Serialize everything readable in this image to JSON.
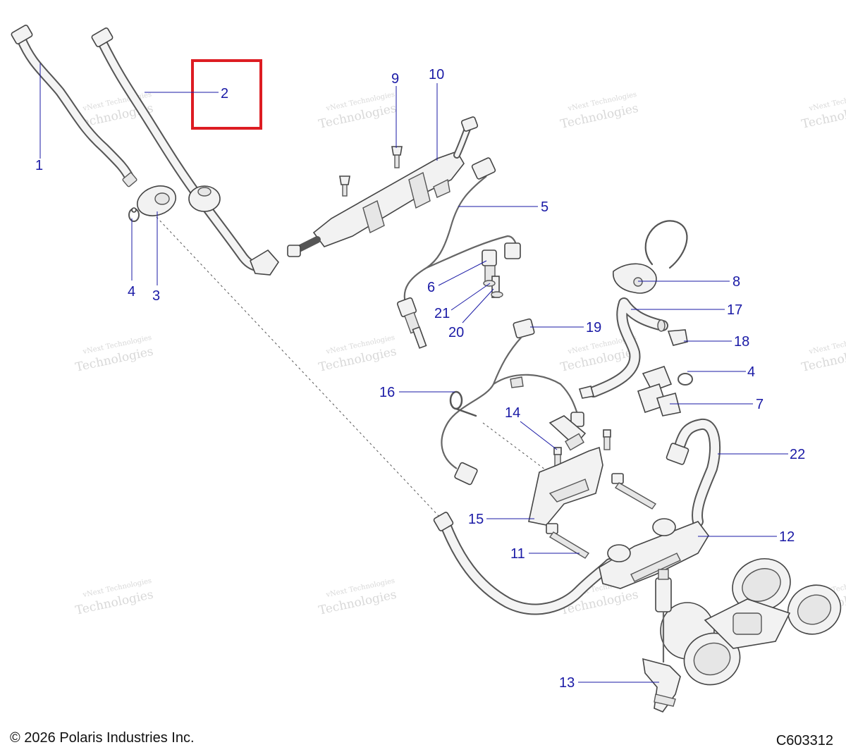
{
  "callouts": [
    {
      "id": "1",
      "label": "1"
    },
    {
      "id": "2",
      "label": "2"
    },
    {
      "id": "3",
      "label": "3"
    },
    {
      "id": "4a",
      "label": "4"
    },
    {
      "id": "4b",
      "label": "4"
    },
    {
      "id": "5",
      "label": "5"
    },
    {
      "id": "6",
      "label": "6"
    },
    {
      "id": "7",
      "label": "7"
    },
    {
      "id": "8",
      "label": "8"
    },
    {
      "id": "9",
      "label": "9"
    },
    {
      "id": "10",
      "label": "10"
    },
    {
      "id": "11",
      "label": "11"
    },
    {
      "id": "12",
      "label": "12"
    },
    {
      "id": "13",
      "label": "13"
    },
    {
      "id": "14",
      "label": "14"
    },
    {
      "id": "15",
      "label": "15"
    },
    {
      "id": "16",
      "label": "16"
    },
    {
      "id": "17",
      "label": "17"
    },
    {
      "id": "18",
      "label": "18"
    },
    {
      "id": "19",
      "label": "19"
    },
    {
      "id": "20",
      "label": "20"
    },
    {
      "id": "21",
      "label": "21"
    },
    {
      "id": "22",
      "label": "22"
    }
  ],
  "watermark": {
    "line1": "vNext Technologies",
    "line2": "vNext",
    "line3": "Technologies"
  },
  "footer": {
    "copyright": "© 2026 Polaris Industries Inc.",
    "drawing_number": "C603312"
  },
  "colors": {
    "callout": "#1a1aa6",
    "highlight": "#dd1c22"
  },
  "highlighted_callout": "2"
}
